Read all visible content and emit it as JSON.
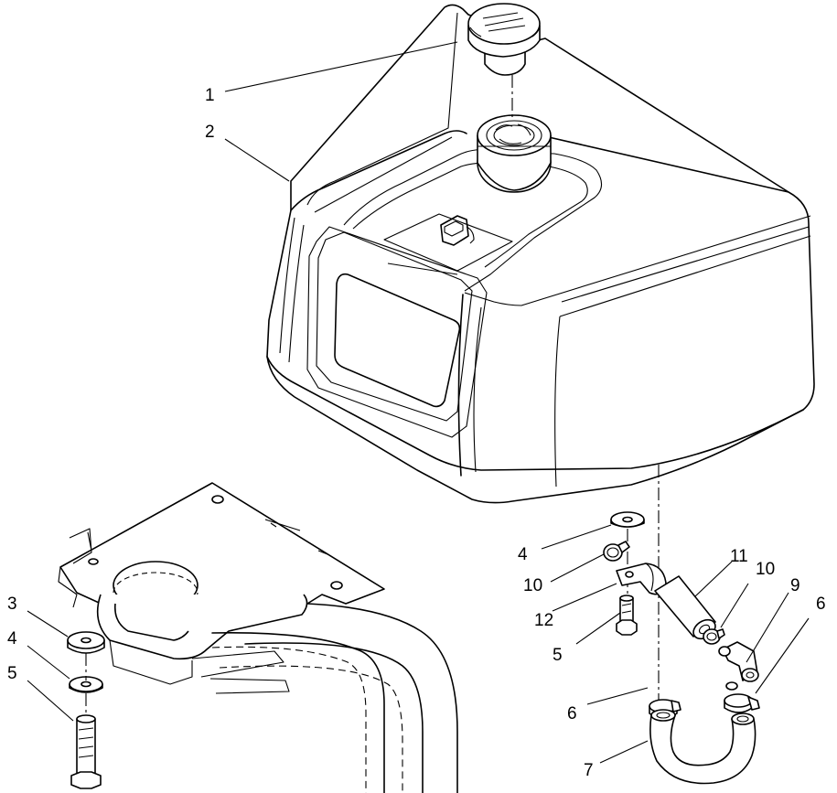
{
  "callouts": [
    {
      "id": "c1",
      "label": "1"
    },
    {
      "id": "c2",
      "label": "2"
    },
    {
      "id": "c3",
      "label": "3"
    },
    {
      "id": "c4a",
      "label": "4"
    },
    {
      "id": "c5a",
      "label": "5"
    },
    {
      "id": "c4b",
      "label": "4"
    },
    {
      "id": "c10a",
      "label": "10"
    },
    {
      "id": "c12",
      "label": "12"
    },
    {
      "id": "c5b",
      "label": "5"
    },
    {
      "id": "c11",
      "label": "11"
    },
    {
      "id": "c10b",
      "label": "10"
    },
    {
      "id": "c9",
      "label": "9"
    },
    {
      "id": "c6a",
      "label": "6"
    },
    {
      "id": "c6b",
      "label": "6"
    },
    {
      "id": "c7",
      "label": "7"
    }
  ],
  "parts": [
    {
      "number": "1",
      "icon": "fuel-cap-icon"
    },
    {
      "number": "2",
      "icon": "fuel-tank-icon"
    },
    {
      "number": "3",
      "icon": "spacer-icon"
    },
    {
      "number": "4",
      "icon": "washer-icon"
    },
    {
      "number": "5",
      "icon": "bolt-icon"
    },
    {
      "number": "6",
      "icon": "hose-clamp-icon"
    },
    {
      "number": "7",
      "icon": "fuel-hose-icon"
    },
    {
      "number": "9",
      "icon": "elbow-fitting-icon"
    },
    {
      "number": "10",
      "icon": "hose-clamp-icon"
    },
    {
      "number": "11",
      "icon": "hose-icon"
    },
    {
      "number": "12",
      "icon": "clamp-bracket-icon"
    }
  ],
  "fuel_symbol": "fuel-pump-icon"
}
